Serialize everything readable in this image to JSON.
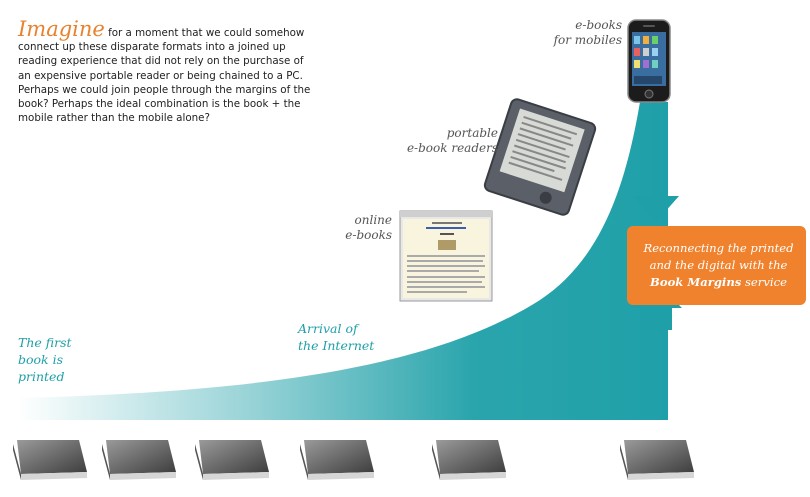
{
  "intro": {
    "lead": "Imagine",
    "text": " for a moment that we could somehow connect up these disparate formats into a joined up reading experience that did not rely on the purchase of an expensive portable reader or being chained to a PC. Perhaps we could join people through the margins of the book? Perhaps the ideal combination is the book + the mobile rather than the mobile alone?"
  },
  "labels": {
    "first_book": "The first\nbook is\nprinted",
    "internet": "Arrival of\nthe Internet",
    "online": "online\ne-books",
    "portable": "portable\ne-book readers",
    "mobiles": "e-books\nfor mobiles"
  },
  "callout": {
    "line1": "Reconnecting the printed",
    "line2": "and the digital with the",
    "brand": "Book Margins",
    "line3_rest": " service"
  },
  "colors": {
    "teal": "#1fa0a8",
    "orange": "#f0822d",
    "text_orange": "#e8822e"
  },
  "icons": {
    "book": "closed-book-icon",
    "reader": "e-reader-icon",
    "phone": "mobile-phone-icon",
    "webpage": "webpage-screenshot-icon"
  }
}
